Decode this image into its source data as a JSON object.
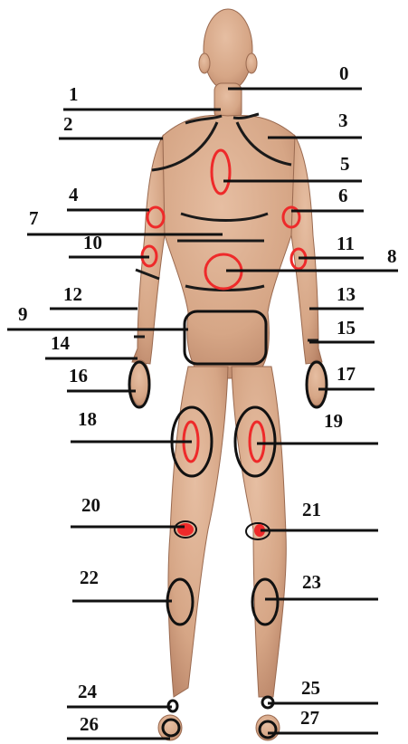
{
  "colors": {
    "background": "#ffffff",
    "skin": "#d9ab8e",
    "skin_shade": "#b98468",
    "outline": "#111111",
    "marker": "#ee2a2a"
  },
  "markers": [
    {
      "label": "0",
      "ring": "none"
    },
    {
      "label": "1",
      "ring": "none"
    },
    {
      "label": "2",
      "ring": "none"
    },
    {
      "label": "3",
      "ring": "none"
    },
    {
      "label": "4",
      "ring": "red"
    },
    {
      "label": "5",
      "ring": "red"
    },
    {
      "label": "6",
      "ring": "red"
    },
    {
      "label": "7",
      "ring": "none"
    },
    {
      "label": "8",
      "ring": "red"
    },
    {
      "label": "9",
      "ring": "black"
    },
    {
      "label": "10",
      "ring": "red"
    },
    {
      "label": "11",
      "ring": "red"
    },
    {
      "label": "12",
      "ring": "none"
    },
    {
      "label": "13",
      "ring": "none"
    },
    {
      "label": "14",
      "ring": "none"
    },
    {
      "label": "15",
      "ring": "none"
    },
    {
      "label": "16",
      "ring": "black"
    },
    {
      "label": "17",
      "ring": "black"
    },
    {
      "label": "18",
      "ring": "black+red"
    },
    {
      "label": "19",
      "ring": "black+red"
    },
    {
      "label": "20",
      "ring": "red-filled"
    },
    {
      "label": "21",
      "ring": "red-filled"
    },
    {
      "label": "22",
      "ring": "black"
    },
    {
      "label": "23",
      "ring": "black"
    },
    {
      "label": "24",
      "ring": "black"
    },
    {
      "label": "25",
      "ring": "black"
    },
    {
      "label": "26",
      "ring": "black"
    },
    {
      "label": "27",
      "ring": "black"
    }
  ]
}
